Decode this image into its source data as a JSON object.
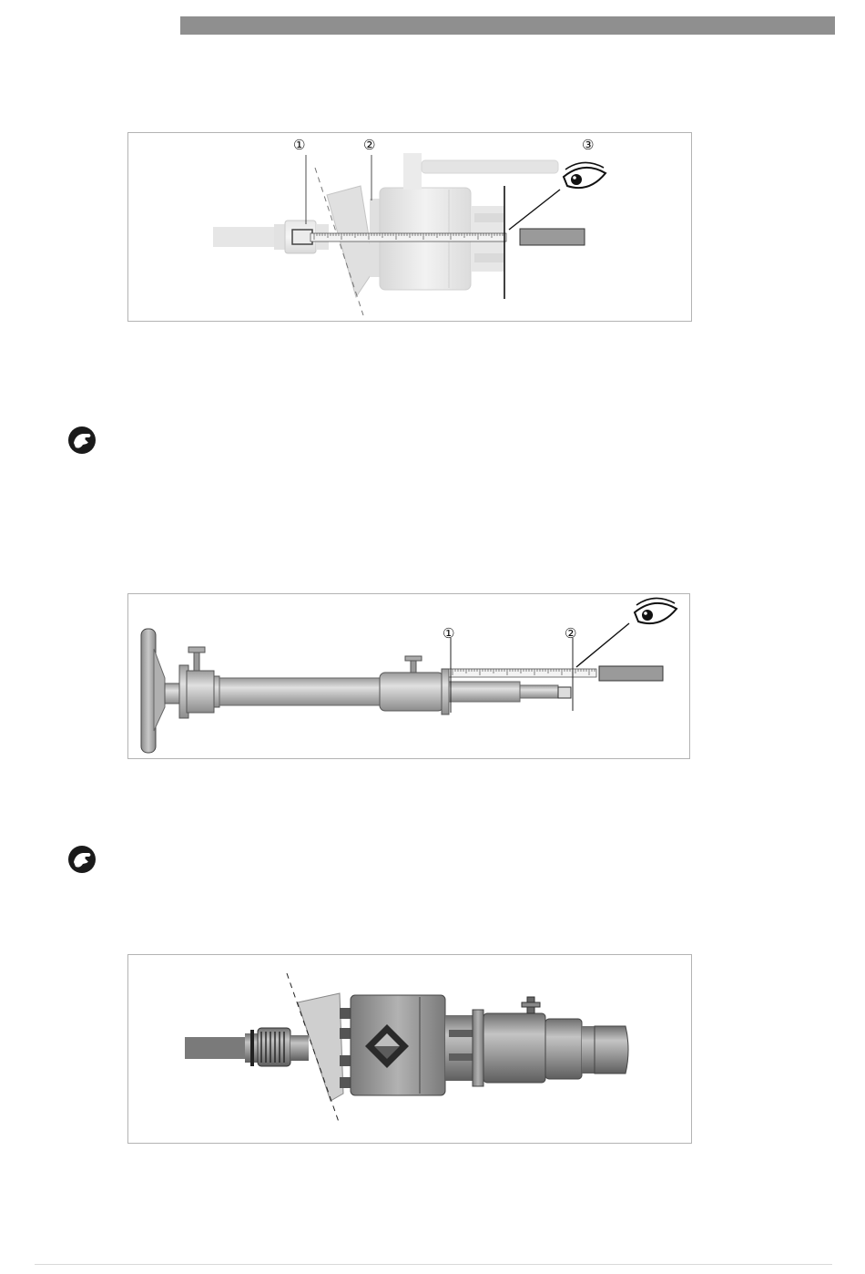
{
  "figures": {
    "fig1": {
      "callouts": [
        "①",
        "②",
        "③"
      ]
    },
    "fig2": {
      "callouts": [
        "①",
        "②"
      ]
    },
    "fig3": {}
  },
  "icons": {
    "note_icon_1": "hand-wrench-icon",
    "note_icon_2": "hand-wrench-icon",
    "eye_icon": "eye-icon"
  },
  "colors": {
    "header_bar": "#8f8f8f",
    "frame": "#b3b3b3",
    "metal_dark": "#8a8a8a",
    "metal_light": "#d6d6d6"
  }
}
